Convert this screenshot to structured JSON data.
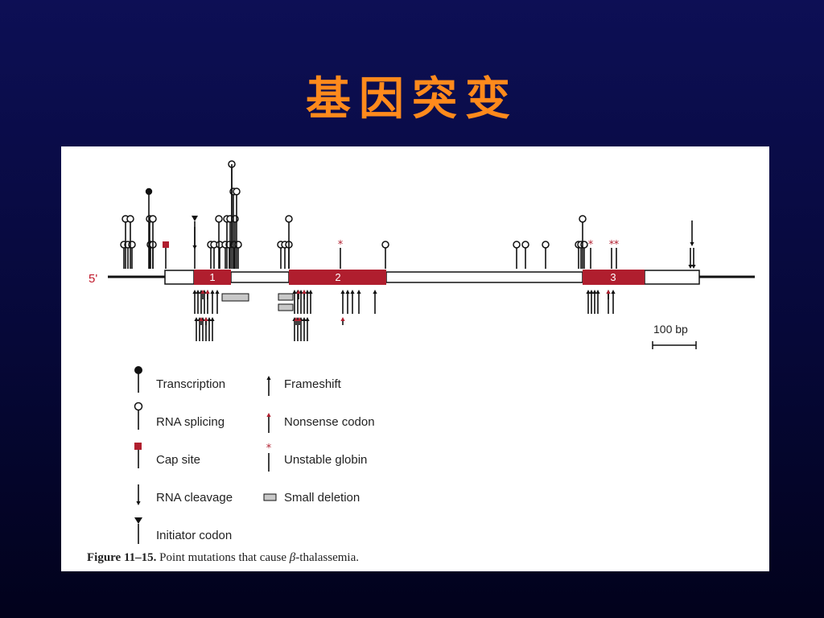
{
  "title": "基因突变",
  "colors": {
    "exon_red": "#b01e2e",
    "title_orange": "#ff8a1c",
    "deletion_gray": "#c8c8c8"
  },
  "figure": {
    "five_prime": "5'",
    "exons": [
      "1",
      "2",
      "3"
    ],
    "scale_bar": "100 bp",
    "caption_number": "Figure 11–15.",
    "caption_text_before": " Point mutations that cause ",
    "caption_beta": "β",
    "caption_text_after": "-thalassemia."
  },
  "legend": {
    "transcription": "Transcription",
    "rna_splicing": "RNA splicing",
    "cap_site": "Cap site",
    "rna_cleavage": "RNA cleavage",
    "initiator_codon": "Initiator codon",
    "frameshift": "Frameshift",
    "nonsense_codon": "Nonsense codon",
    "unstable_globin": "Unstable globin",
    "small_deletion": "Small deletion"
  }
}
